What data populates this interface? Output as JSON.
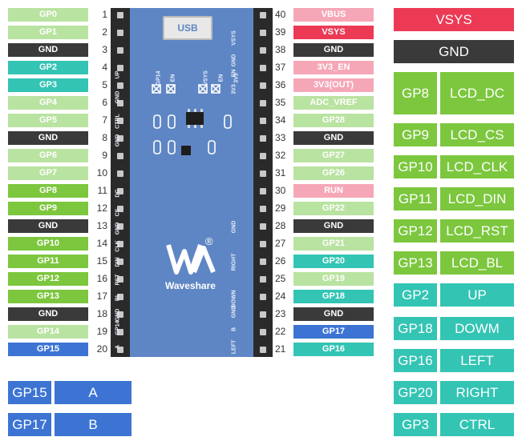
{
  "left_pins": [
    {
      "num": "1",
      "label": "GP0",
      "color": "#b9e3a0"
    },
    {
      "num": "2",
      "label": "GP1",
      "color": "#b9e3a0"
    },
    {
      "num": "3",
      "label": "GND",
      "color": "#3a3a3a"
    },
    {
      "num": "4",
      "label": "GP2",
      "color": "#33c4b4"
    },
    {
      "num": "5",
      "label": "GP3",
      "color": "#33c4b4"
    },
    {
      "num": "6",
      "label": "GP4",
      "color": "#b9e3a0"
    },
    {
      "num": "7",
      "label": "GP5",
      "color": "#b9e3a0"
    },
    {
      "num": "8",
      "label": "GND",
      "color": "#3a3a3a"
    },
    {
      "num": "9",
      "label": "GP6",
      "color": "#b9e3a0"
    },
    {
      "num": "10",
      "label": "GP7",
      "color": "#b9e3a0"
    },
    {
      "num": "11",
      "label": "GP8",
      "color": "#7cc73e"
    },
    {
      "num": "12",
      "label": "GP9",
      "color": "#7cc73e"
    },
    {
      "num": "13",
      "label": "GND",
      "color": "#3a3a3a"
    },
    {
      "num": "14",
      "label": "GP10",
      "color": "#7cc73e"
    },
    {
      "num": "15",
      "label": "GP11",
      "color": "#7cc73e"
    },
    {
      "num": "16",
      "label": "GP12",
      "color": "#7cc73e"
    },
    {
      "num": "17",
      "label": "GP13",
      "color": "#7cc73e"
    },
    {
      "num": "18",
      "label": "GND",
      "color": "#3a3a3a"
    },
    {
      "num": "19",
      "label": "GP14",
      "color": "#b9e3a0"
    },
    {
      "num": "20",
      "label": "GP15",
      "color": "#3d74d4"
    }
  ],
  "right_pins": [
    {
      "num": "40",
      "label": "VBUS",
      "color": "#f5a7b8"
    },
    {
      "num": "39",
      "label": "VSYS",
      "color": "#ec3a55"
    },
    {
      "num": "38",
      "label": "GND",
      "color": "#3a3a3a"
    },
    {
      "num": "37",
      "label": "3V3_EN",
      "color": "#f5a7b8"
    },
    {
      "num": "36",
      "label": "3V3(OUT)",
      "color": "#f5a7b8"
    },
    {
      "num": "35",
      "label": "ADC_VREF",
      "color": "#b9e3a0"
    },
    {
      "num": "34",
      "label": "GP28",
      "color": "#b9e3a0"
    },
    {
      "num": "33",
      "label": "GND",
      "color": "#3a3a3a"
    },
    {
      "num": "32",
      "label": "GP27",
      "color": "#b9e3a0"
    },
    {
      "num": "31",
      "label": "GP26",
      "color": "#b9e3a0"
    },
    {
      "num": "30",
      "label": "RUN",
      "color": "#f5a7b8"
    },
    {
      "num": "29",
      "label": "GP22",
      "color": "#b9e3a0"
    },
    {
      "num": "28",
      "label": "GND",
      "color": "#3a3a3a"
    },
    {
      "num": "27",
      "label": "GP21",
      "color": "#b9e3a0"
    },
    {
      "num": "26",
      "label": "GP20",
      "color": "#33c4b4"
    },
    {
      "num": "25",
      "label": "GP19",
      "color": "#b9e3a0"
    },
    {
      "num": "24",
      "label": "GP18",
      "color": "#33c4b4"
    },
    {
      "num": "23",
      "label": "GND",
      "color": "#3a3a3a"
    },
    {
      "num": "22",
      "label": "GP17",
      "color": "#3d74d4"
    },
    {
      "num": "21",
      "label": "GP16",
      "color": "#33c4b4"
    }
  ],
  "legend": {
    "vsys": "VSYS",
    "gnd": "GND",
    "lcd": [
      {
        "gp": "GP8",
        "fn": "LCD_DC"
      },
      {
        "gp": "GP9",
        "fn": "LCD_CS"
      },
      {
        "gp": "GP10",
        "fn": "LCD_CLK"
      },
      {
        "gp": "GP11",
        "fn": "LCD_DIN"
      },
      {
        "gp": "GP12",
        "fn": "LCD_RST"
      },
      {
        "gp": "GP13",
        "fn": "LCD_BL"
      }
    ],
    "joystick": [
      {
        "gp": "GP2",
        "fn": "UP"
      },
      {
        "gp": "GP18",
        "fn": "DOWM"
      },
      {
        "gp": "GP16",
        "fn": "LEFT"
      },
      {
        "gp": "GP20",
        "fn": "RIGHT"
      },
      {
        "gp": "GP3",
        "fn": "CTRL"
      }
    ],
    "buttons": [
      {
        "gp": "GP15",
        "fn": "A"
      },
      {
        "gp": "GP17",
        "fn": "B"
      }
    ]
  },
  "board": {
    "usb_label": "USB",
    "brand": "Waveshare",
    "reg_mark": "®",
    "left_silk": [
      "UP",
      "GND",
      "CTRL",
      "GND",
      "DC",
      "CS",
      "GND",
      "CLK",
      "DIN",
      "RST",
      "BL",
      "GND",
      "GP14",
      "A"
    ],
    "right_silk": [
      "VSYS",
      "GND",
      "EN",
      "3V3",
      "RIGHT",
      "GND",
      "DOWN",
      "GND",
      "B",
      "LEFT"
    ],
    "top_silk": [
      "GP14",
      "EN",
      "VSYS",
      "EN",
      "3V3"
    ]
  },
  "colors": {
    "vsys": "#ec3a55",
    "gnd": "#3a3a3a",
    "lcd": "#7cc73e",
    "joystick": "#33c4b4",
    "button": "#3d74d4",
    "board": "#5f86c4"
  }
}
